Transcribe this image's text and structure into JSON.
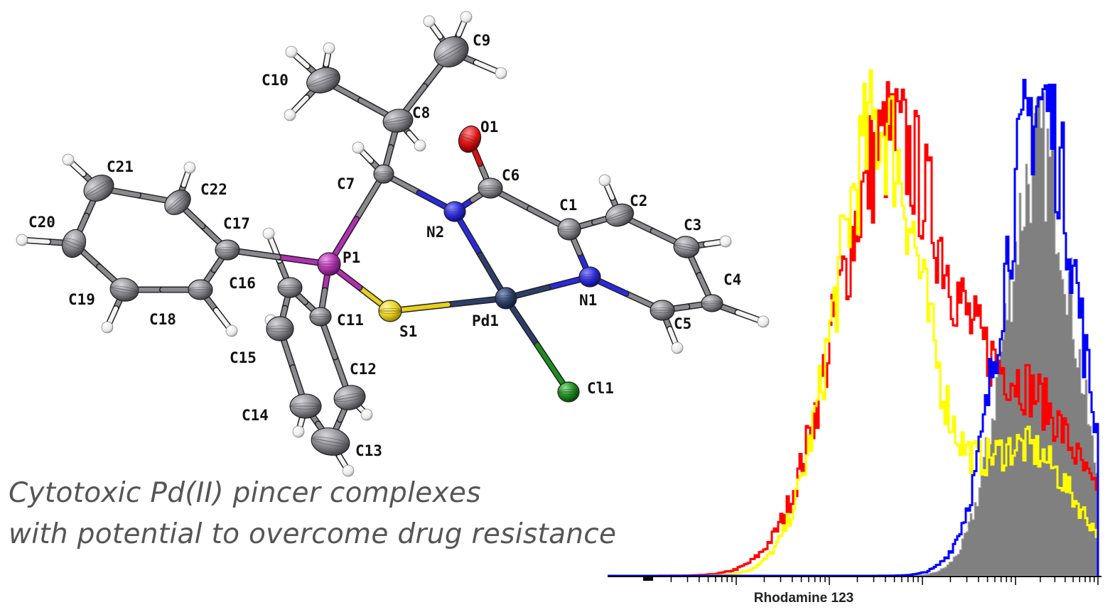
{
  "caption": {
    "line1": "Cytotoxic Pd(II) pincer complexes",
    "line2": "with potential to overcome drug resistance"
  },
  "molecule": {
    "atoms": [
      {
        "id": "C9",
        "element": "C"
      },
      {
        "id": "C10",
        "element": "C"
      },
      {
        "id": "C8",
        "element": "C"
      },
      {
        "id": "O1",
        "element": "O"
      },
      {
        "id": "C6",
        "element": "C"
      },
      {
        "id": "C7",
        "element": "C"
      },
      {
        "id": "C21",
        "element": "C"
      },
      {
        "id": "C22",
        "element": "C"
      },
      {
        "id": "C20",
        "element": "C"
      },
      {
        "id": "C17",
        "element": "C"
      },
      {
        "id": "P1",
        "element": "P"
      },
      {
        "id": "N2",
        "element": "N"
      },
      {
        "id": "C1",
        "element": "C"
      },
      {
        "id": "C2",
        "element": "C"
      },
      {
        "id": "C3",
        "element": "C"
      },
      {
        "id": "C4",
        "element": "C"
      },
      {
        "id": "N1",
        "element": "N"
      },
      {
        "id": "C5",
        "element": "C"
      },
      {
        "id": "C19",
        "element": "C"
      },
      {
        "id": "C18",
        "element": "C"
      },
      {
        "id": "C16",
        "element": "C"
      },
      {
        "id": "C11",
        "element": "C"
      },
      {
        "id": "S1",
        "element": "S"
      },
      {
        "id": "Pd1",
        "element": "Pd"
      },
      {
        "id": "C15",
        "element": "C"
      },
      {
        "id": "C12",
        "element": "C"
      },
      {
        "id": "Cl1",
        "element": "Cl"
      },
      {
        "id": "C14",
        "element": "C"
      },
      {
        "id": "C13",
        "element": "C"
      }
    ],
    "element_colors": {
      "C": "#8a8a8e",
      "H": "#f2f2f2",
      "O": "#e01010",
      "N": "#2a2ae0",
      "P": "#b030b0",
      "S": "#e8d020",
      "Pd": "#2c3e6a",
      "Cl": "#1e8c1e"
    }
  },
  "chart_data": {
    "type": "histogram",
    "xlabel": "Rhodamine 123",
    "x_scale": "log",
    "series": [
      {
        "color": "#ff0000"
      },
      {
        "color": "#ffff00"
      },
      {
        "color": "#0000ff"
      },
      {
        "color": "#808080"
      }
    ]
  }
}
